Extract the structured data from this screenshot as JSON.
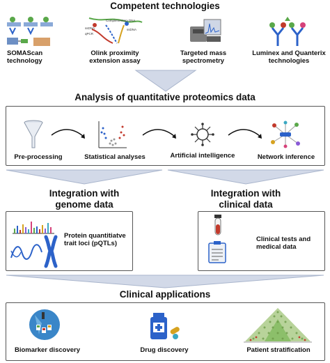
{
  "sections": {
    "competent": {
      "title": "Competent technologies",
      "items": [
        {
          "line1": "SOMAScan",
          "line2": "technology"
        },
        {
          "line1": "Olink proximity",
          "line2": "extension assay"
        },
        {
          "line1": "Targeted mass",
          "line2": "spectrometry"
        },
        {
          "line1": "Luminex and Quanterix",
          "line2": "technologies"
        }
      ],
      "olink_text": {
        "complementary": "Complementary DNA",
        "pcr": "qPCR",
        "dna": "ssDNA",
        "dna2": "ssDNA"
      }
    },
    "analysis": {
      "title": "Analysis of quantitative proteomics data",
      "steps": [
        "Pre-processing",
        "Statistical analyses",
        "Artificial intelligence",
        "Network inference"
      ]
    },
    "genome": {
      "title_line1": "Integration with",
      "title_line2": "genome data",
      "item_line1": "Protein quantitiatve",
      "item_line2": "trait loci (pQTLs)"
    },
    "clinical": {
      "title_line1": "Integration with",
      "title_line2": "clinical data",
      "item_line1": "Clinical tests and",
      "item_line2": "medical data"
    },
    "applications": {
      "title": "Clinical applications",
      "items": [
        "Biomarker discovery",
        "Drug discovery",
        "Patient stratification"
      ]
    }
  },
  "colors": {
    "arrow_fill": "#d2d9e8",
    "arrow_stroke": "#a9b5cc",
    "box_border": "#555555",
    "green": "#5aa84a",
    "blue": "#2c62c9",
    "red": "#c23a2c"
  },
  "icons": [
    "protein-array-icon",
    "olink-dna-icon",
    "mass-spectrometer-icon",
    "antibody-icon",
    "funnel-icon",
    "volcano-plot-icon",
    "ai-brain-icon",
    "network-icon",
    "manhattan-plot-icon",
    "chromosome-icon",
    "blood-tube-icon",
    "clipboard-icon",
    "biomarker-icon",
    "medicine-bottle-icon",
    "pyramid-chart-icon"
  ]
}
